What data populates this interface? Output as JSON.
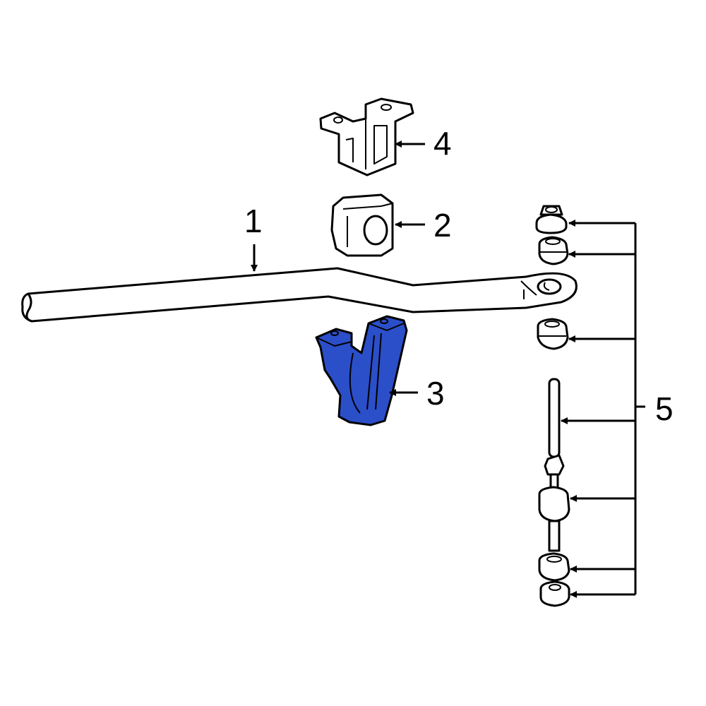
{
  "diagram": {
    "background": "#ffffff",
    "line_color": "#000000",
    "highlight_color": "#2b4fc9",
    "callouts": [
      {
        "id": "1",
        "label": "1",
        "part": "stabilizer-bar"
      },
      {
        "id": "2",
        "label": "2",
        "part": "bushing"
      },
      {
        "id": "3",
        "label": "3",
        "part": "lower-bracket",
        "highlighted": true
      },
      {
        "id": "4",
        "label": "4",
        "part": "upper-bracket"
      },
      {
        "id": "5",
        "label": "5",
        "part": "stabilizer-link-kit"
      }
    ]
  }
}
